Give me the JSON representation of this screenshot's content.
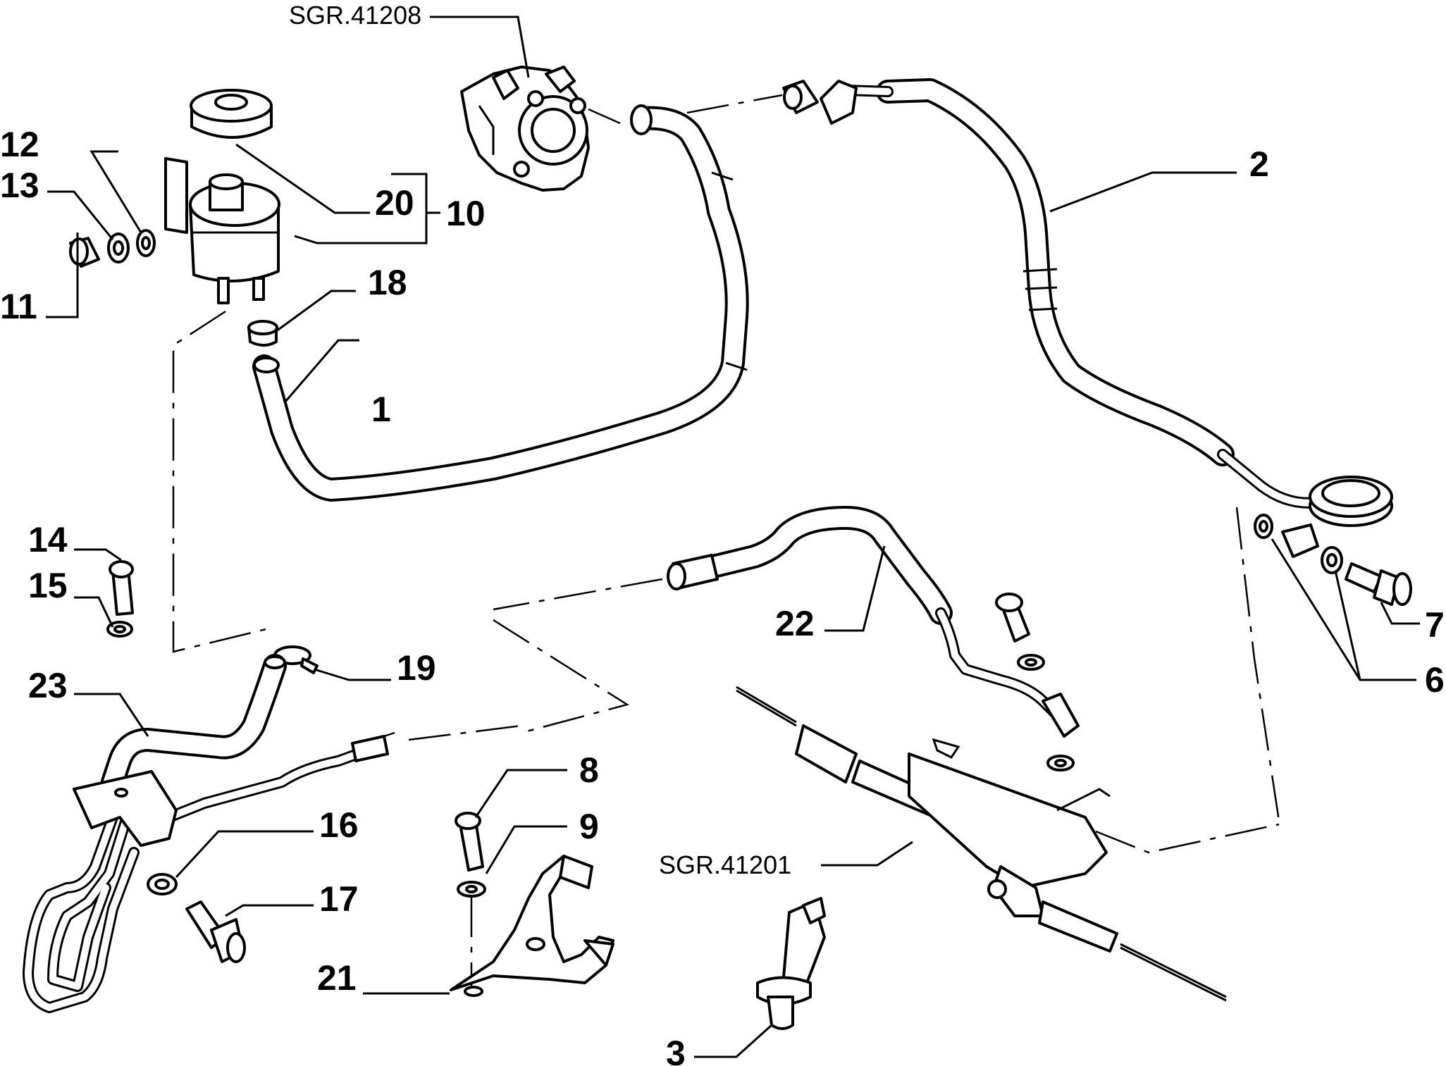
{
  "labels": {
    "sgr_41208": "SGR.41208",
    "sgr_41201": "SGR.41201",
    "p1": "1",
    "p2": "2",
    "p3": "3",
    "p6": "6",
    "p7": "7",
    "p8": "8",
    "p9": "9",
    "p10": "10",
    "p11": "11",
    "p12": "12",
    "p13": "13",
    "p14": "14",
    "p15": "15",
    "p16": "16",
    "p17": "17",
    "p18": "18",
    "p19": "19",
    "p20": "20",
    "p21": "21",
    "p22": "22",
    "p23": "23"
  }
}
